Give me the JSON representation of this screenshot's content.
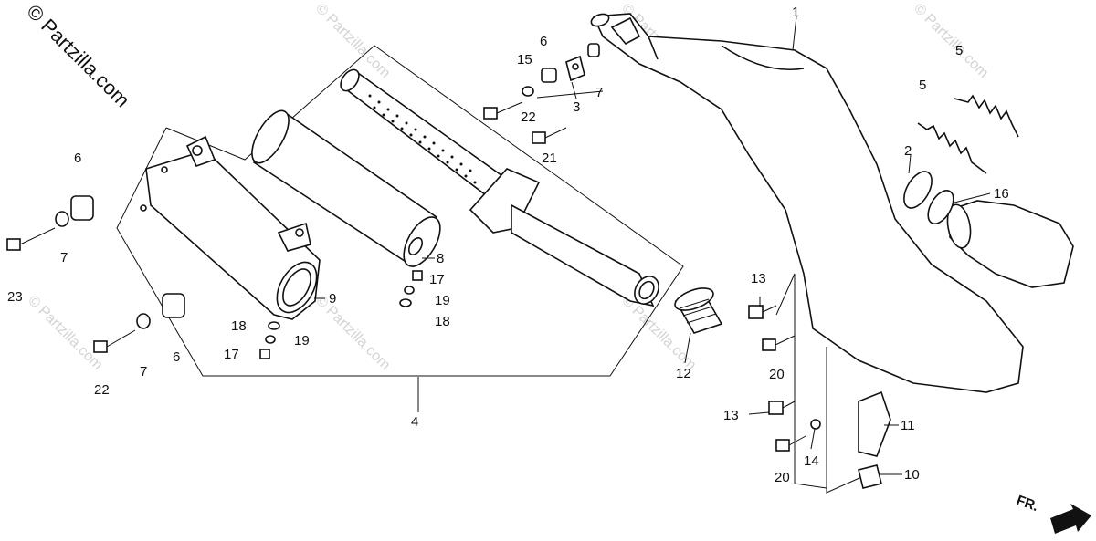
{
  "brand": {
    "text": "© Partzilla.com"
  },
  "watermark": {
    "text": "© Partzilla.com"
  },
  "front_indicator": {
    "label": "FR."
  },
  "callouts": [
    {
      "id": "c1",
      "label": "1"
    },
    {
      "id": "c2",
      "label": "2"
    },
    {
      "id": "c3",
      "label": "3"
    },
    {
      "id": "c4",
      "label": "4"
    },
    {
      "id": "c5a",
      "label": "5"
    },
    {
      "id": "c5b",
      "label": "5"
    },
    {
      "id": "c6a",
      "label": "6"
    },
    {
      "id": "c6b",
      "label": "6"
    },
    {
      "id": "c6c",
      "label": "6"
    },
    {
      "id": "c7a",
      "label": "7"
    },
    {
      "id": "c7b",
      "label": "7"
    },
    {
      "id": "c7c",
      "label": "7"
    },
    {
      "id": "c8",
      "label": "8"
    },
    {
      "id": "c9",
      "label": "9"
    },
    {
      "id": "c10",
      "label": "10"
    },
    {
      "id": "c11",
      "label": "11"
    },
    {
      "id": "c12",
      "label": "12"
    },
    {
      "id": "c13a",
      "label": "13"
    },
    {
      "id": "c13b",
      "label": "13"
    },
    {
      "id": "c14",
      "label": "14"
    },
    {
      "id": "c15",
      "label": "15"
    },
    {
      "id": "c16",
      "label": "16"
    },
    {
      "id": "c17a",
      "label": "17"
    },
    {
      "id": "c17b",
      "label": "17"
    },
    {
      "id": "c18a",
      "label": "18"
    },
    {
      "id": "c18b",
      "label": "18"
    },
    {
      "id": "c19a",
      "label": "19"
    },
    {
      "id": "c19b",
      "label": "19"
    },
    {
      "id": "c20a",
      "label": "20"
    },
    {
      "id": "c20b",
      "label": "20"
    },
    {
      "id": "c21",
      "label": "21"
    },
    {
      "id": "c22a",
      "label": "22"
    },
    {
      "id": "c22b",
      "label": "22"
    },
    {
      "id": "c23",
      "label": "23"
    }
  ]
}
